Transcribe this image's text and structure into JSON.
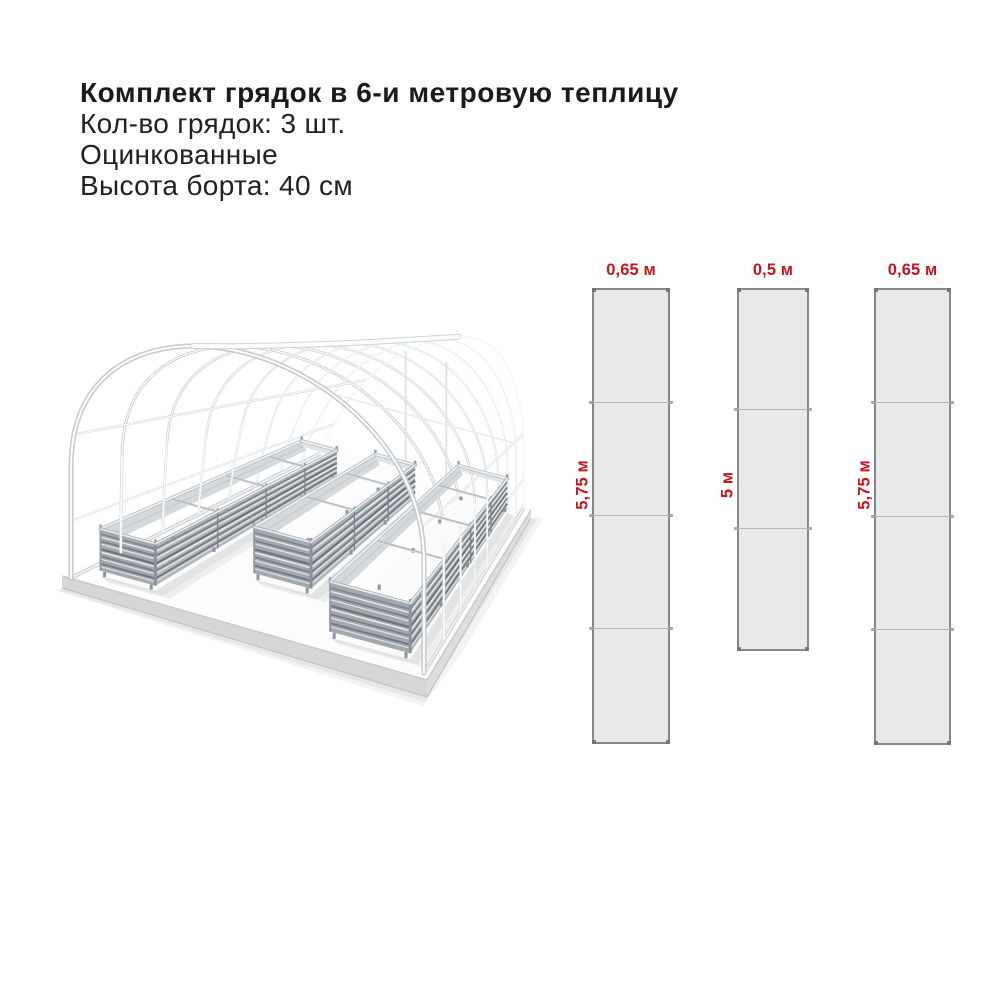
{
  "page": {
    "background": "#ffffff",
    "language": "ru"
  },
  "header": {
    "title": "Комплект грядок в 6-и метровую теплицу",
    "spec_count": "Кол-во грядок: 3 шт.",
    "spec_material": "Оцинкованные",
    "spec_height": "Высота борта: 40 см"
  },
  "illustration": {
    "subject": "greenhouse-with-three-galvanized-raised-beds",
    "frame_color": "#d5d9dc",
    "bed_metal_color": "#aab0b5",
    "platform_color": "#fdfdfd"
  },
  "schematic": {
    "accent_color": "#c4161c",
    "plate_fill": "#e9e9e9",
    "plate_border": "#8d8d8d",
    "beds": [
      {
        "width_label": "0,65 м",
        "length_label": "5,75 м",
        "width_m": 0.65,
        "length_m": 5.75,
        "sections": 4
      },
      {
        "width_label": "0,5 м",
        "length_label": "5 м",
        "width_m": 0.5,
        "length_m": 5.0,
        "sections": 3
      },
      {
        "width_label": "0,65 м",
        "length_label": "5,75 м",
        "width_m": 0.65,
        "length_m": 5.75,
        "sections": 4
      }
    ]
  }
}
